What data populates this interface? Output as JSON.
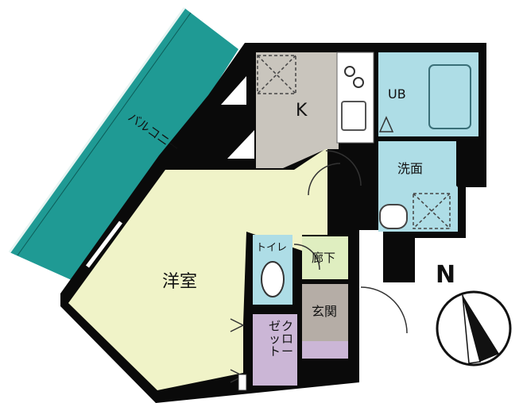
{
  "rooms": {
    "balcony": "バルコニー",
    "kitchen": "K",
    "unit_bath": "UB",
    "washroom": "洗面",
    "western_room": "洋室",
    "toilet": "トイレ",
    "hallway": "廊下",
    "entrance": "玄関",
    "closet": "クローゼット"
  },
  "compass": {
    "label": "N"
  },
  "colors": {
    "balcony": "#1f9a94",
    "western_room": "#f0f3c8",
    "kitchen": "#c9c5bd",
    "wet_area": "#aedde6",
    "hallway": "#dfeec0",
    "entrance": "#b5ada6",
    "closet": "#cbb6d6",
    "wall": "#0a0a0a"
  }
}
